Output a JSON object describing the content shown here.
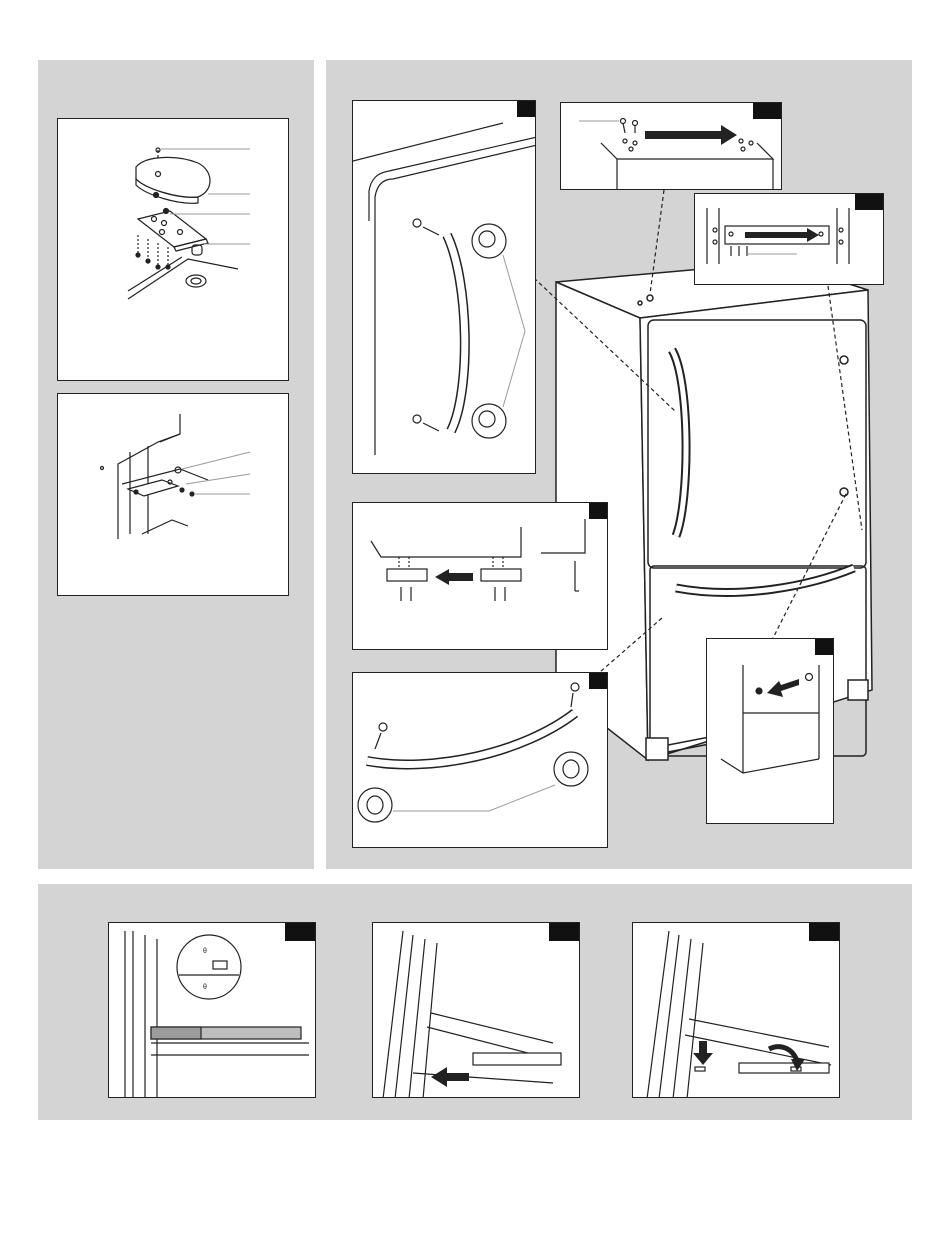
{
  "figure": {
    "panels": [
      "top-left-panel",
      "top-right-panel",
      "bottom-panel"
    ],
    "frames": [
      {
        "id": "hinge-cap-detail",
        "icon": "hinge-cap-exploded"
      },
      {
        "id": "lower-hinge-detail",
        "icon": "lower-hinge-exploded"
      },
      {
        "id": "fridge-handle-detail",
        "icon": "handle-mounting"
      },
      {
        "id": "top-hinge-move",
        "icon": "arrow-right"
      },
      {
        "id": "door-stop-move",
        "icon": "arrow-right"
      },
      {
        "id": "drawer-bracket-move",
        "icon": "arrow-left"
      },
      {
        "id": "drawer-handle-detail",
        "icon": "handle-mounting"
      },
      {
        "id": "plug-move",
        "icon": "arrow-left"
      },
      {
        "id": "drawer-rail-step-1",
        "icon": "magnifier-callout"
      },
      {
        "id": "drawer-rail-step-2",
        "icon": "arrow-left"
      },
      {
        "id": "drawer-rail-step-3",
        "icon": "arrow-down-curved"
      }
    ]
  },
  "colors": {
    "panel": "#d4d4d4",
    "frame": "#ffffff",
    "line": "#222222",
    "tag": "#111111",
    "leader": "#9a9a9a"
  }
}
